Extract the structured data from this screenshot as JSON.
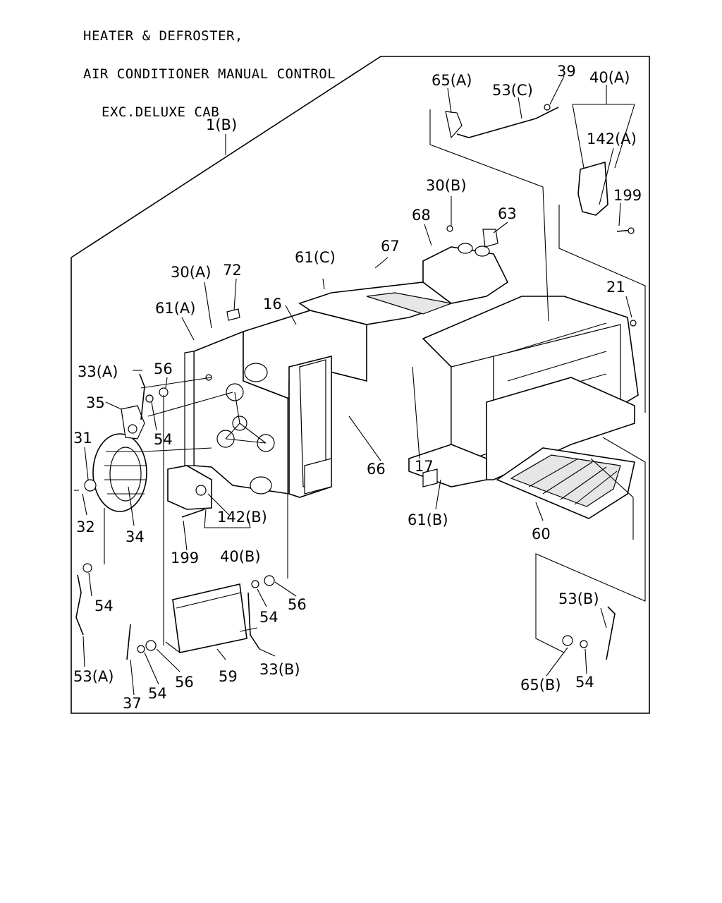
{
  "title": {
    "line1": "HEATER & DEFROSTER,",
    "line2": "AIR CONDITIONER MANUAL CONTROL",
    "line3": "EXC.DELUXE CAB"
  },
  "callouts": {
    "c1b": "1(B)",
    "c65a": "65(A)",
    "c53c": "53(C)",
    "c39": "39",
    "c40a": "40(A)",
    "c142a": "142(A)",
    "c199a": "199",
    "c30b": "30(B)",
    "c68": "68",
    "c63": "63",
    "c67": "67",
    "c61c": "61(C)",
    "c30a": "30(A)",
    "c72": "72",
    "c61a": "61(A)",
    "c16": "16",
    "c21": "21",
    "c33a": "33(A)",
    "c56a": "56",
    "c35": "35",
    "c54a": "54",
    "c31": "31",
    "c32": "32",
    "c34": "34",
    "c142b": "142(B)",
    "c199b": "199",
    "c40b": "40(B)",
    "c66": "66",
    "c17": "17",
    "c61b": "61(B)",
    "c60": "60",
    "c54b": "54",
    "c53a": "53(A)",
    "c37": "37",
    "c54c": "54",
    "c56b": "56",
    "c59": "59",
    "c33b": "33(B)",
    "c54d": "54",
    "c56c": "56",
    "c53b": "53(B)",
    "c65b": "65(B)",
    "c54e": "54"
  }
}
